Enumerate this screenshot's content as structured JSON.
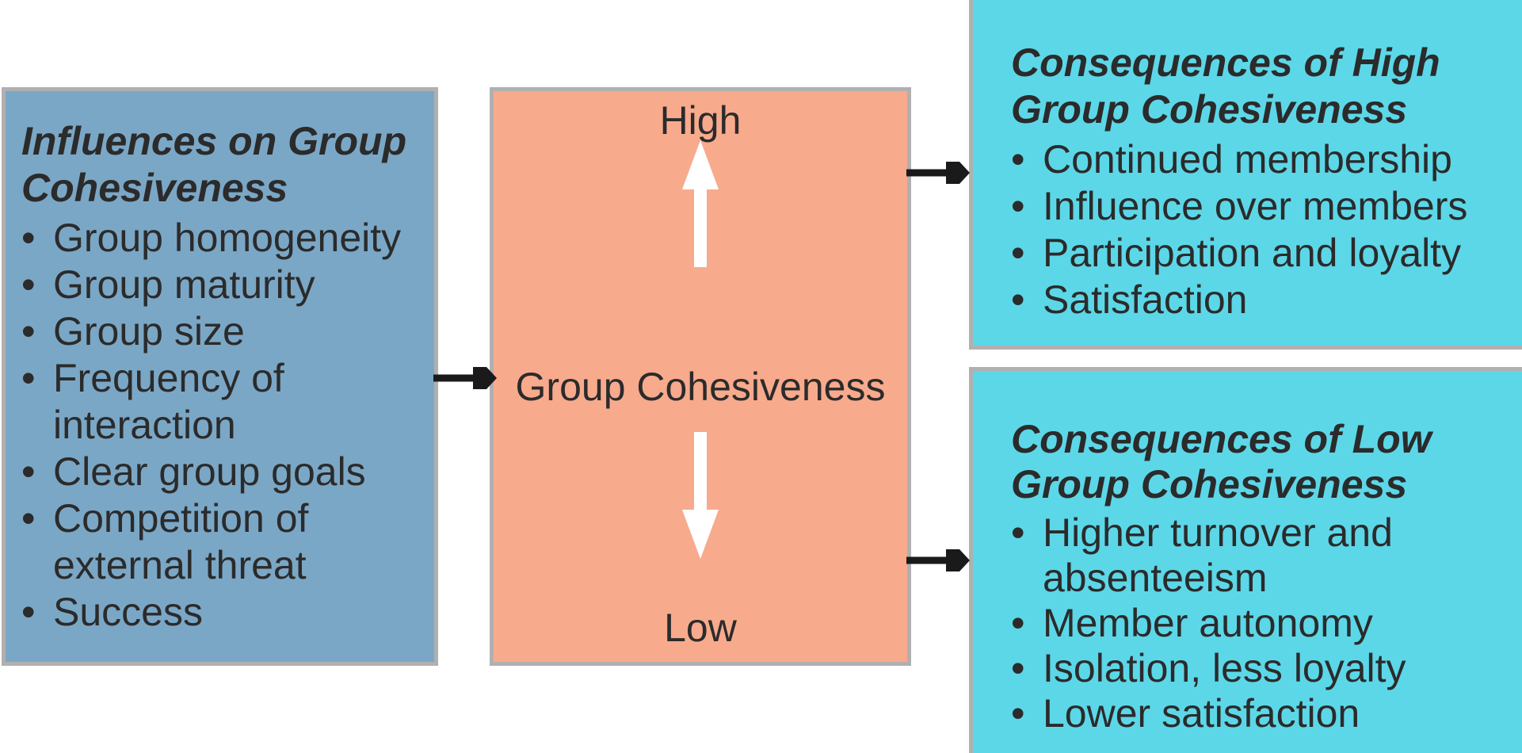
{
  "diagram": {
    "bullet_char": "•",
    "colors": {
      "influences_bg": "#7BA7C6",
      "cohesiveness_bg": "#F8AA8D",
      "consequences_bg": "#5CD7E8",
      "box_border": "#B0B0B0",
      "connector_black": "#1A1A1A",
      "vertical_arrow_white": "#FFFFFF",
      "text": "#2B2B2B"
    },
    "influences": {
      "title": "Influences on Group\nCohesiveness",
      "items": [
        "Group homogeneity",
        "Group maturity",
        "Group size",
        "Frequency of\ninteraction",
        "Clear group goals",
        "Competition of\nexternal threat",
        "Success"
      ]
    },
    "cohesiveness": {
      "high_label": "High",
      "title": "Group Cohesiveness",
      "low_label": "Low"
    },
    "high_consequences": {
      "title": "Consequences of High\nGroup Cohesiveness",
      "items": [
        "Continued membership",
        "Influence over members",
        "Participation and loyalty",
        "Satisfaction"
      ]
    },
    "low_consequences": {
      "title": "Consequences of Low\nGroup Cohesiveness",
      "items": [
        "Higher turnover and\nabsenteeism",
        "Member autonomy",
        "Isolation, less loyalty",
        "Lower satisfaction"
      ]
    }
  }
}
